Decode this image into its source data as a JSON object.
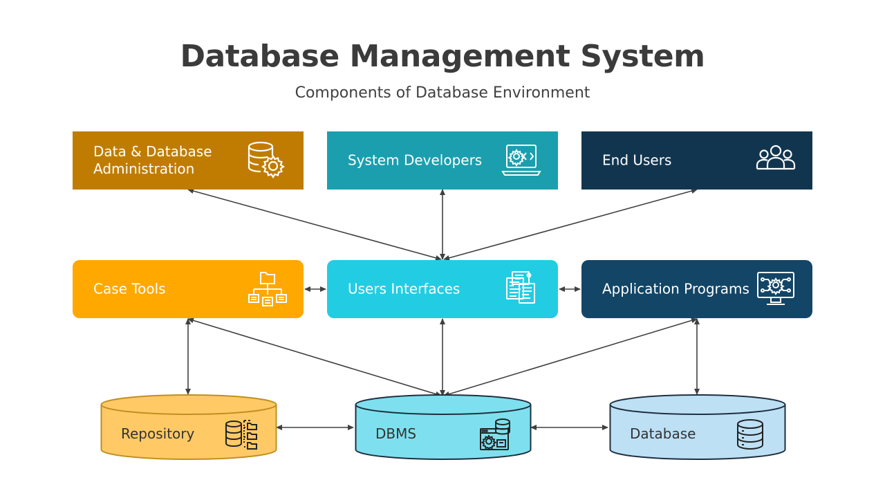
{
  "header": {
    "title": "Database Management System",
    "subtitle": "Components of Database Environment"
  },
  "top_row": [
    {
      "label": "Data & Database\nAdministration",
      "color": "#c07c00",
      "icon": "database-gear-icon"
    },
    {
      "label": "System Developers",
      "color": "#1b9fae",
      "icon": "laptop-code-gear-icon"
    },
    {
      "label": "End Users",
      "color": "#12354f",
      "icon": "users-group-icon"
    }
  ],
  "middle_row": [
    {
      "label": "Case Tools",
      "color": "#ffa800",
      "icon": "folder-hierarchy-icon"
    },
    {
      "label": "Users  Interfaces",
      "color": "#22cde3",
      "icon": "interface-documents-icon"
    },
    {
      "label": "Application Programs",
      "color": "#134566",
      "icon": "monitor-gear-icon"
    }
  ],
  "bottom_row": [
    {
      "label": "Repository",
      "color": "#ffc966",
      "stroke": "#c08f20",
      "icon": "database-folders-icon"
    },
    {
      "label": "DBMS",
      "color": "#7ee0ee",
      "stroke": "#1f2f3f",
      "icon": "database-settings-icon"
    },
    {
      "label": "Database",
      "color": "#bde0f5",
      "stroke": "#1f2f3f",
      "icon": "database-stack-icon"
    }
  ]
}
